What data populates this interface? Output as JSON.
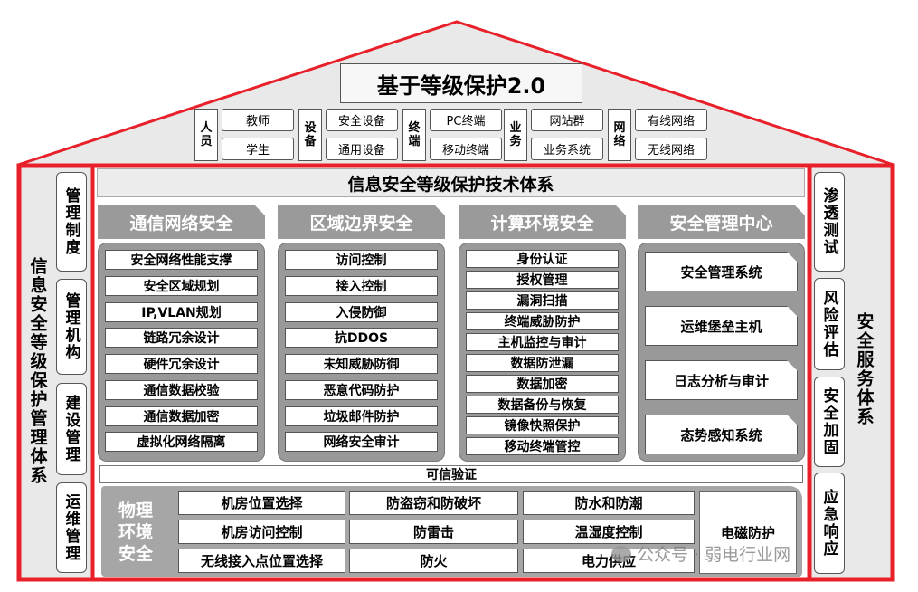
{
  "title": "基于等级保护2.0",
  "roof_groups": [
    {
      "label": "人员",
      "items": [
        "教师",
        "学生"
      ]
    },
    {
      "label": "设备",
      "items": [
        "安全设备",
        "通用设备"
      ]
    },
    {
      "label": "终端",
      "items": [
        "PC终端",
        "移动终端"
      ]
    },
    {
      "label": "业务",
      "items": [
        "网站群",
        "业务系统"
      ]
    },
    {
      "label": "网络",
      "items": [
        "有线网络",
        "无线网络"
      ]
    }
  ],
  "left_pillar": {
    "outer_label": "信息安全等级保护管理体系",
    "items": [
      "管理制度",
      "管理机构",
      "建设管理",
      "运维管理"
    ]
  },
  "right_pillar": {
    "outer_label": "安全服务体系",
    "items": [
      "渗透测试",
      "风险评估",
      "安全加固",
      "应急响应"
    ]
  },
  "tech_title": "信息安全等级保护技术体系",
  "columns": [
    {
      "header": "通信网络安全",
      "items": [
        "安全网络性能支撑",
        "安全区域规划",
        "IP,VLAN规划",
        "链路冗余设计",
        "硬件冗余设计",
        "通信数据校验",
        "通信数据加密",
        "虚拟化网络隔离"
      ]
    },
    {
      "header": "区域边界安全",
      "items": [
        "访问控制",
        "接入控制",
        "入侵防御",
        "抗DDOS",
        "未知威胁防御",
        "恶意代码防护",
        "垃圾邮件防护",
        "网络安全审计"
      ]
    },
    {
      "header": "计算环境安全",
      "items": [
        "身份认证",
        "授权管理",
        "漏洞扫描",
        "终端威胁防护",
        "主机监控与审计",
        "数据防泄漏",
        "数据加密",
        "数据备份与恢复",
        "镜像快照保护",
        "移动终端管控"
      ]
    },
    {
      "header": "安全管理中心",
      "items": [
        "安全管理系统",
        "运维堡垒主机",
        "日志分析与审计",
        "态势感知系统"
      ]
    }
  ],
  "trusted_label": "可信验证",
  "physical": {
    "label": "物理环境安全",
    "rows": [
      [
        "机房位置选择",
        "防盗窃和防破坏",
        "防水和防潮"
      ],
      [
        "机房访问控制",
        "防雷击",
        "温湿度控制"
      ],
      [
        "无线接入点位置选择",
        "防火",
        "电力供应"
      ]
    ],
    "extra": "电磁防护"
  },
  "watermark": "公众号 · 弱电行业网",
  "colors": {
    "frame_red": "#e8202a",
    "column_gray": "#999999",
    "header_gray": "#9a9a9a"
  }
}
